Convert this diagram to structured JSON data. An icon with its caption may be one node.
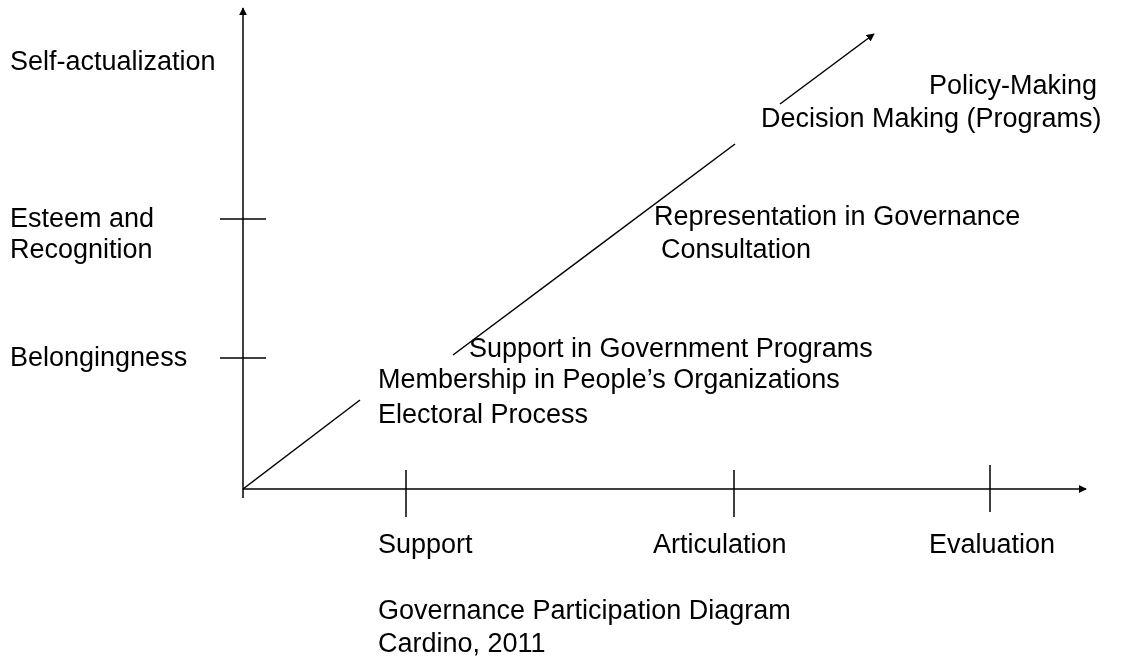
{
  "diagram": {
    "caption": "Governance Participation Diagram",
    "labels": [
      "Self-actualization",
      "Policy-Making",
      "Decision Making (Programs)",
      "Esteem and Recognition",
      "Representation in Governance",
      "Consultation",
      "Belongingness",
      "Support in Government Programs",
      "Membership in People’s Organizations",
      "Electoral Process",
      "Support",
      "Articulation",
      "Evaluation",
      "Cardino, 2011"
    ]
  }
}
